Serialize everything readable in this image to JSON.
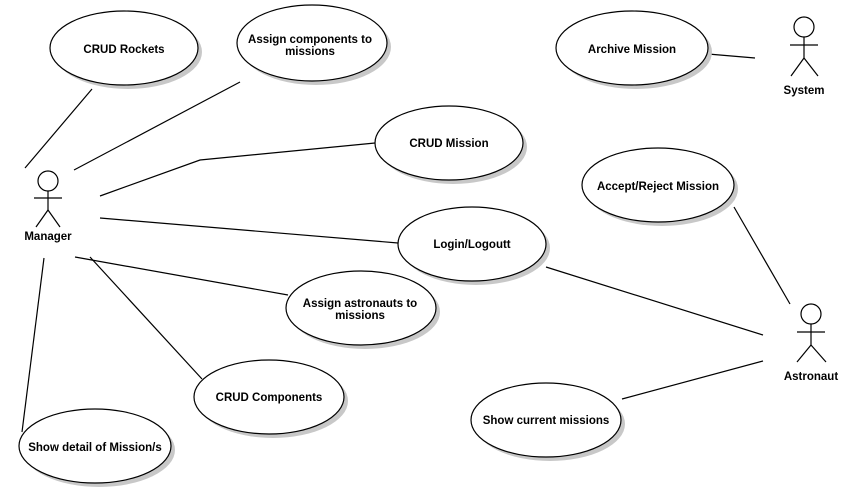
{
  "diagram": {
    "actors": [
      {
        "id": "manager",
        "label": "Manager"
      },
      {
        "id": "system",
        "label": "System"
      },
      {
        "id": "astronaut",
        "label": "Astronaut"
      }
    ],
    "use_cases": [
      {
        "id": "crud-rockets",
        "lines": [
          "CRUD Rockets"
        ]
      },
      {
        "id": "assign-components",
        "lines": [
          "Assign components to",
          "missions"
        ]
      },
      {
        "id": "archive-mission",
        "lines": [
          "Archive Mission"
        ]
      },
      {
        "id": "crud-mission",
        "lines": [
          "CRUD Mission"
        ]
      },
      {
        "id": "accept-reject-mission",
        "lines": [
          "Accept/Reject Mission"
        ]
      },
      {
        "id": "login-logout",
        "lines": [
          "Login/Logoutt"
        ]
      },
      {
        "id": "assign-astronauts",
        "lines": [
          "Assign astronauts to",
          "missions"
        ]
      },
      {
        "id": "crud-components",
        "lines": [
          "CRUD Components"
        ]
      },
      {
        "id": "show-current-missions",
        "lines": [
          "Show current missions"
        ]
      },
      {
        "id": "show-detail-missions",
        "lines": [
          "Show detail of Mission/s"
        ]
      }
    ],
    "associations": [
      {
        "from": "manager",
        "to": "crud-rockets"
      },
      {
        "from": "manager",
        "to": "assign-components"
      },
      {
        "from": "manager",
        "to": "crud-mission"
      },
      {
        "from": "manager",
        "to": "login-logout"
      },
      {
        "from": "manager",
        "to": "assign-astronauts"
      },
      {
        "from": "manager",
        "to": "crud-components"
      },
      {
        "from": "manager",
        "to": "show-detail-missions"
      },
      {
        "from": "system",
        "to": "archive-mission"
      },
      {
        "from": "astronaut",
        "to": "accept-reject-mission"
      },
      {
        "from": "astronaut",
        "to": "login-logout"
      },
      {
        "from": "astronaut",
        "to": "show-current-missions"
      }
    ]
  }
}
